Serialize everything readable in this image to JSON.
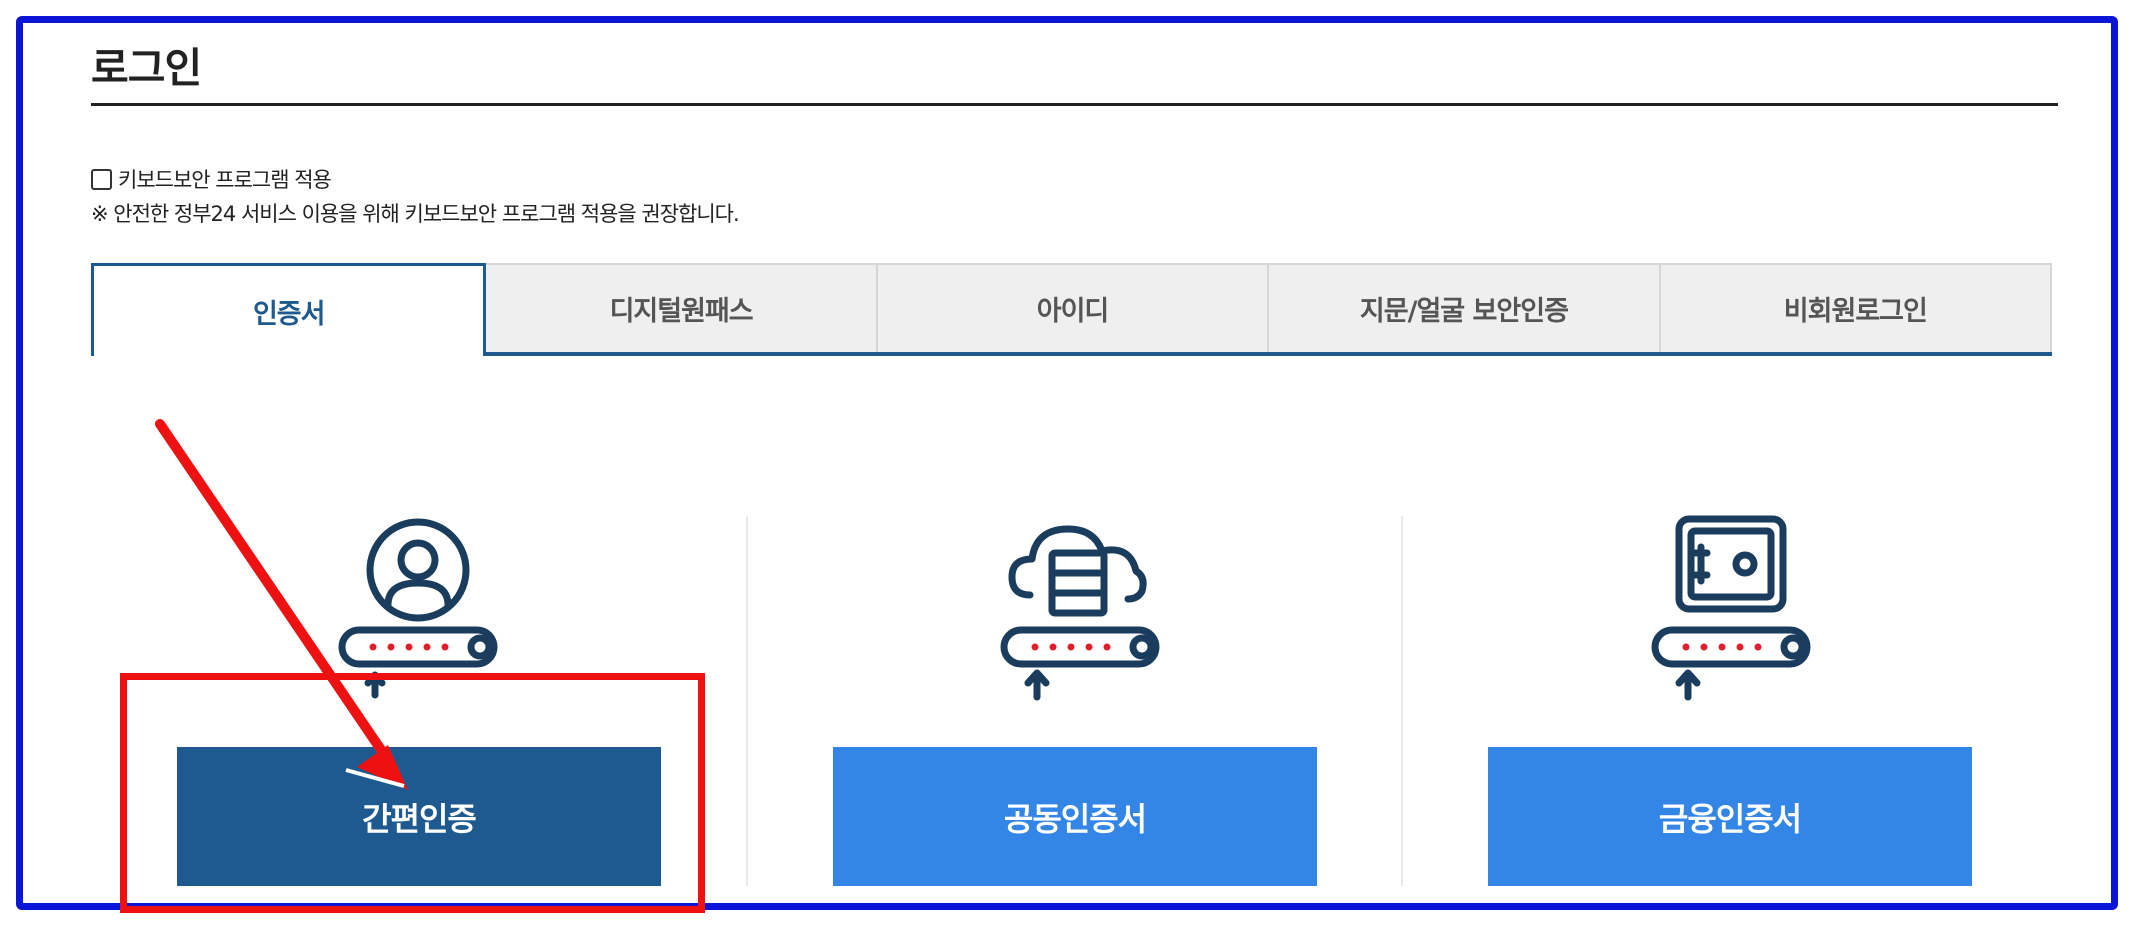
{
  "page": {
    "title": "로그인"
  },
  "keyboard_security": {
    "label": "키보드보안 프로그램 적용",
    "checked": false,
    "note": "※ 안전한 정부24 서비스 이용을 위해 키보드보안 프로그램 적용을 권장합니다."
  },
  "tabs": [
    {
      "label": "인증서",
      "active": true
    },
    {
      "label": "디지털원패스",
      "active": false
    },
    {
      "label": "아이디",
      "active": false
    },
    {
      "label": "지문/얼굴 보안인증",
      "active": false
    },
    {
      "label": "비회원로그인",
      "active": false
    }
  ],
  "methods": [
    {
      "label": "간편인증",
      "icon": "user-password-icon",
      "color": "#1e5a8f"
    },
    {
      "label": "공동인증서",
      "icon": "cloud-server-password-icon",
      "color": "#3385e6"
    },
    {
      "label": "금융인증서",
      "icon": "safe-password-icon",
      "color": "#3385e6"
    }
  ],
  "colors": {
    "accent": "#1e5a8f",
    "button_light": "#3385e6",
    "icon_dot": "#e0202d",
    "annotation_red": "#ee1111",
    "frame_blue": "#0b15d8"
  }
}
